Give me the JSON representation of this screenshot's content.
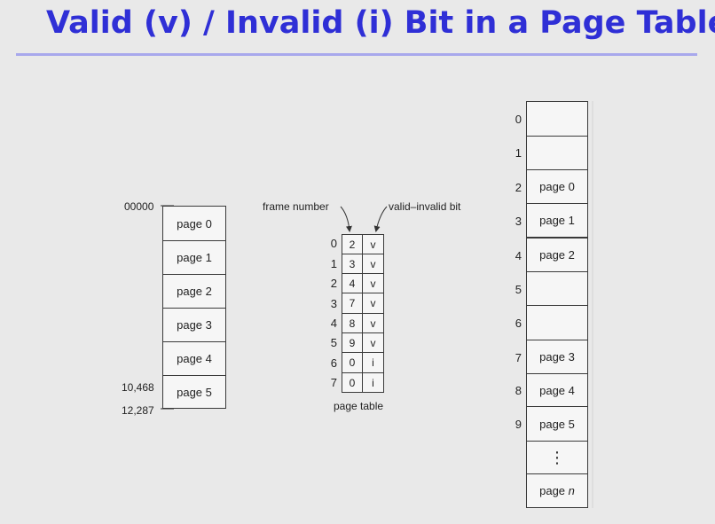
{
  "title": "Valid (v) / Invalid (i) Bit in a Page Table",
  "logical_memory": {
    "start_address": "00000",
    "addr_10468": "10,468",
    "addr_12287": "12,287",
    "pages": [
      "page 0",
      "page 1",
      "page 2",
      "page 3",
      "page 4",
      "page 5"
    ]
  },
  "page_table": {
    "frame_number_label": "frame number",
    "valid_invalid_label": "valid–invalid bit",
    "caption": "page table",
    "rows": [
      {
        "index": "0",
        "frame": "2",
        "bit": "v"
      },
      {
        "index": "1",
        "frame": "3",
        "bit": "v"
      },
      {
        "index": "2",
        "frame": "4",
        "bit": "v"
      },
      {
        "index": "3",
        "frame": "7",
        "bit": "v"
      },
      {
        "index": "4",
        "frame": "8",
        "bit": "v"
      },
      {
        "index": "5",
        "frame": "9",
        "bit": "v"
      },
      {
        "index": "6",
        "frame": "0",
        "bit": "i"
      },
      {
        "index": "7",
        "frame": "0",
        "bit": "i"
      }
    ]
  },
  "physical_memory": {
    "frames": [
      {
        "index": "0",
        "content": ""
      },
      {
        "index": "1",
        "content": ""
      },
      {
        "index": "2",
        "content": "page 0"
      },
      {
        "index": "3",
        "content": "page 1"
      },
      {
        "index": "4",
        "content": "page 2"
      },
      {
        "index": "5",
        "content": ""
      },
      {
        "index": "6",
        "content": ""
      },
      {
        "index": "7",
        "content": "page 3"
      },
      {
        "index": "8",
        "content": "page 4"
      },
      {
        "index": "9",
        "content": "page 5"
      }
    ],
    "ellipsis": "⋮",
    "last_frame_prefix": "page",
    "last_frame_var": "n"
  }
}
